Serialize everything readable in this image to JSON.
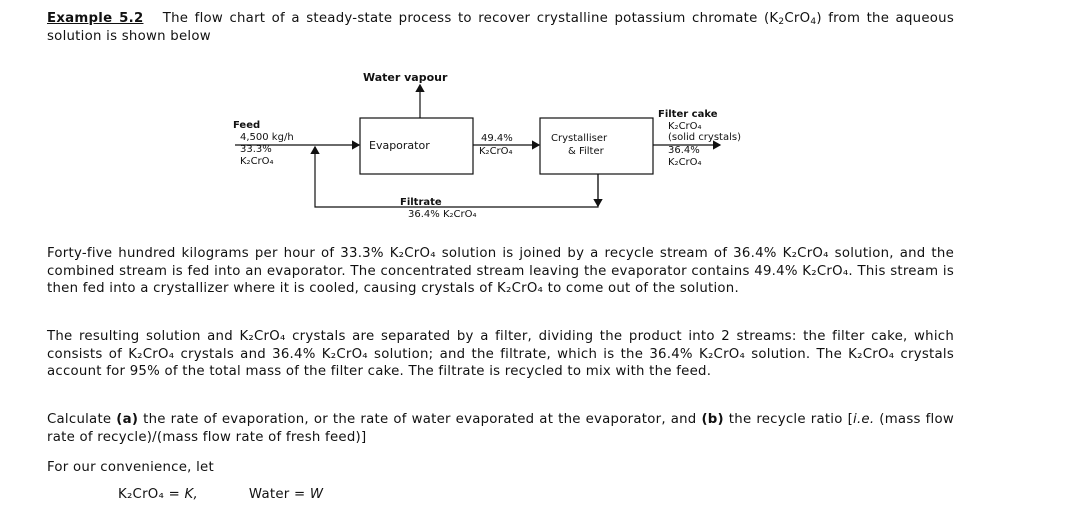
{
  "heading": {
    "label": "Example 5.2",
    "text_a": "The flow chart of a steady-state process to recover crystalline potassium chromate (K",
    "sub_a": "2",
    "text_b": "CrO",
    "sub_b": "4",
    "text_c": ") from the aqueous solution is shown below"
  },
  "diagram": {
    "water_vapour": "Water vapour",
    "feed_title": "Feed",
    "feed_rate": "4,500 kg/h",
    "feed_pct": "33.3%",
    "feed_species": "K₂CrO₄",
    "evaporator": "Evaporator",
    "stream_pct": "49.4%",
    "stream_species": "K₂CrO₄",
    "crystalliser_1": "Crystalliser",
    "crystalliser_2": "& Filter",
    "cake_title": "Filter cake",
    "cake_species": "K₂CrO₄",
    "cake_note": "(solid crystals)",
    "cake_pct": "36.4%",
    "cake_species2": "K₂CrO₄",
    "filtrate_title": "Filtrate",
    "filtrate_text": "36.4% K₂CrO₄"
  },
  "paragraphs": {
    "p1": "Forty-five hundred kilograms per hour of 33.3% K₂CrO₄ solution is joined by a recycle stream of 36.4% K₂CrO₄ solution, and the combined stream is fed into an evaporator. The concentrated stream leaving the evaporator contains 49.4% K₂CrO₄. This stream is then fed into a crystallizer where it is cooled, causing crystals of K₂CrO₄ to come out of the solution.",
    "p2": "The resulting solution and K₂CrO₄ crystals are separated by a filter, dividing the product into 2 streams: the filter cake, which consists of K₂CrO₄ crystals and 36.4% K₂CrO₄ solution; and the filtrate, which is the 36.4% K₂CrO₄ solution. The K₂CrO₄ crystals account for 95% of the total mass of the filter cake. The filtrate is recycled to mix with the feed.",
    "p3_a": "Calculate ",
    "p3_b": "(a)",
    "p3_c": " the rate of evaporation, or the rate of water evaporated at the evaporator, and ",
    "p3_d": "(b)",
    "p3_e": " the recycle ratio [",
    "p3_f": "i.e.",
    "p3_g": " (mass flow rate of recycle)/(mass flow rate of fresh feed)]",
    "p4": "For our convenience, let"
  },
  "definitions": {
    "k_lhs": "K₂CrO₄",
    "k_eq": "=",
    "k_rhs": "K,",
    "w_lhs": "Water",
    "w_eq": "=",
    "w_rhs": "W"
  }
}
